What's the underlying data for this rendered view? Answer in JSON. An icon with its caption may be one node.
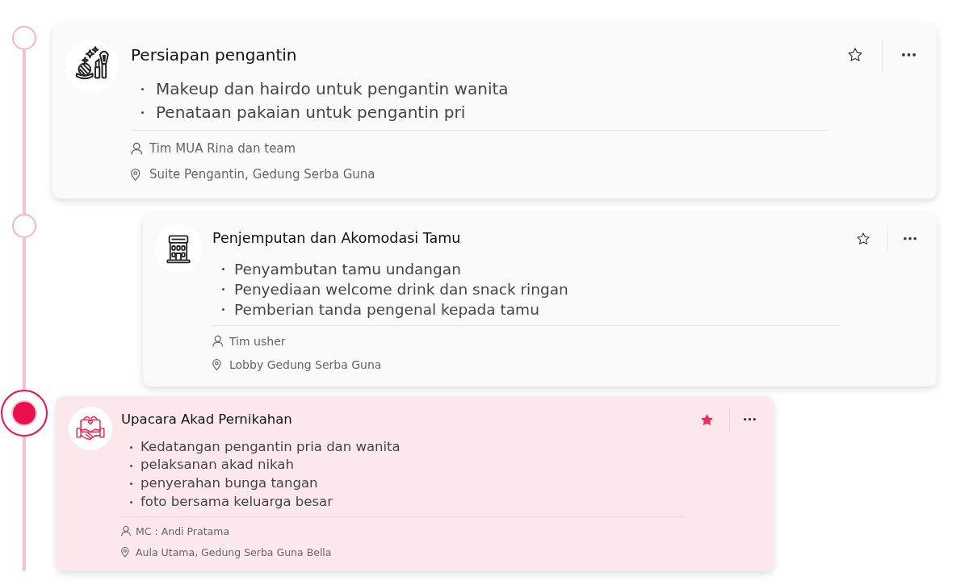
{
  "diagram": {
    "nodes": [
      {
        "text": [],
        "shape": "circle"
      },
      {
        "text": [
          "Persiapan pengantin",
          "Makeup dan hairdo untuk pengantin wanita",
          "Penataan pakaian untuk pengantin pri",
          "Tim MUA Rina dan team",
          "Suite Pengantin, Gedung Serba Guna"
        ]
      },
      {
        "text": [],
        "shape": "circle"
      },
      {
        "text": [
          "Penjemputan dan Akomodasi Tamu",
          "Penyambutan tamu undangan",
          "Penyediaan welcome drink dan snack ringan",
          "Pemberian tanda pengenal kepada tamu",
          "Tim usher",
          "Lobby Gedung Serba Guna"
        ]
      },
      {
        "text": [],
        "shape": "circle"
      },
      {
        "text": [
          "Upacara Akad Pernikahan",
          "Kedatangan pengantin pria dan wanita",
          "pelaksanan akad nikah",
          "penyerahan bunga tangan",
          "foto bersama keluarga besar",
          "MC : Andi Pratama",
          "Aula Utama, Gedung Serba Guna Bella"
        ]
      }
    ],
    "edges": [
      {
        "from": 0,
        "to": 2,
        "arrow": "none"
      },
      {
        "from": 2,
        "to": 4,
        "arrow": "none"
      },
      {
        "from": 4,
        "to": null,
        "arrow": "none"
      }
    ]
  }
}
